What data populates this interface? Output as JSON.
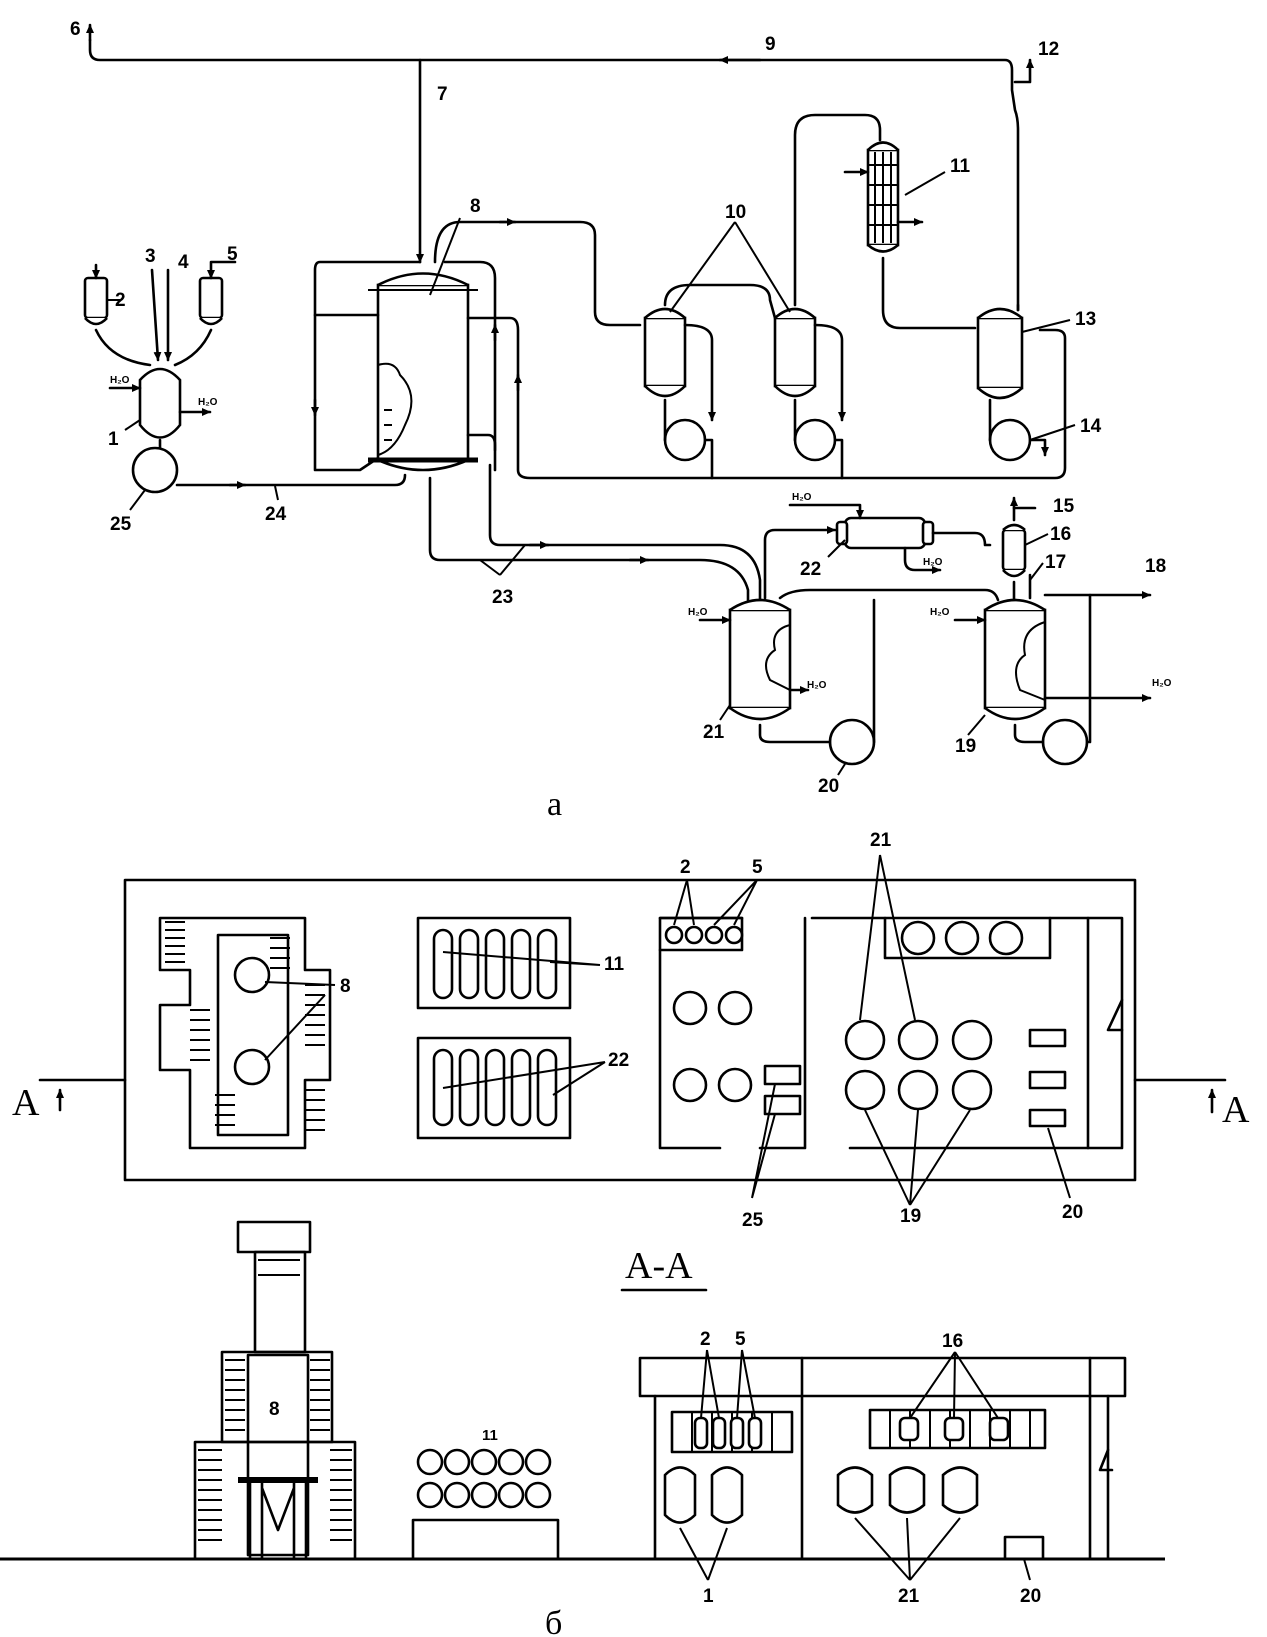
{
  "labels": {
    "n1": "1",
    "n2": "2",
    "n3": "3",
    "n4": "4",
    "n5": "5",
    "n6": "6",
    "n7": "7",
    "n8": "8",
    "n9": "9",
    "n10": "10",
    "n11": "11",
    "n12": "12",
    "n13": "13",
    "n14": "14",
    "n15": "15",
    "n16": "16",
    "n17": "17",
    "n18": "18",
    "n19": "19",
    "n20": "20",
    "n21": "21",
    "n22": "22",
    "n23": "23",
    "n24": "24",
    "n25": "25"
  },
  "water": "H₂O",
  "caption_a": "а",
  "caption_b": "б",
  "section": "А-А",
  "section_mark": "A"
}
